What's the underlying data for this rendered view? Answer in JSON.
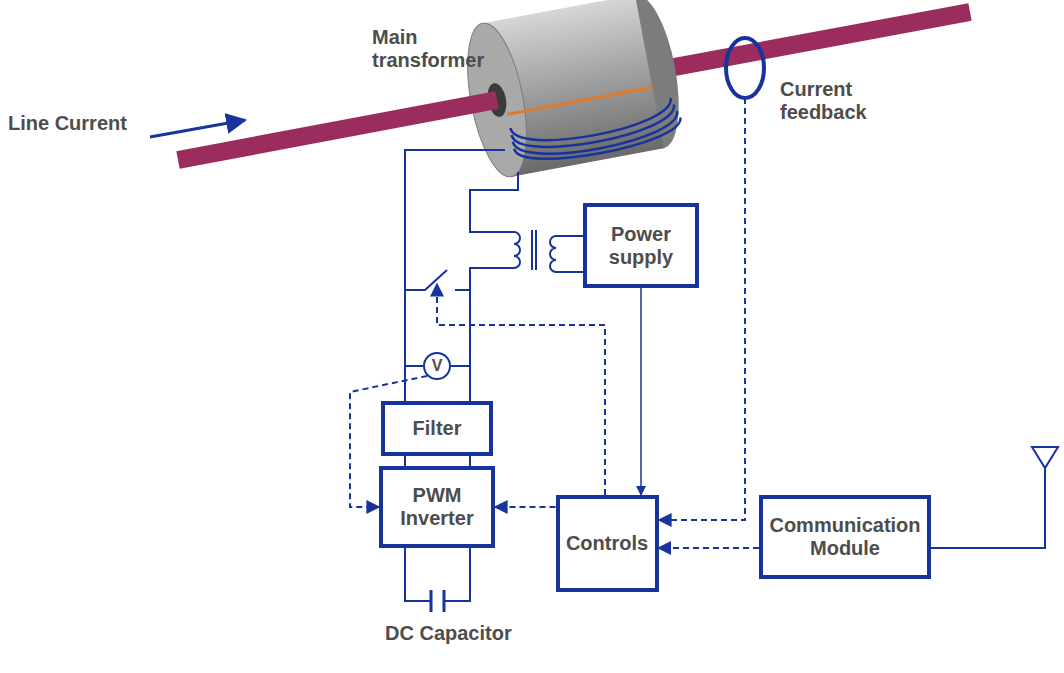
{
  "diagram": {
    "nodes": [
      {
        "text": [
          "Power supply"
        ]
      },
      {
        "text": [
          "V"
        ]
      },
      {
        "text": [
          "Filter"
        ]
      },
      {
        "text": [
          "PWM Inverter"
        ]
      },
      {
        "text": [
          "Controls"
        ]
      },
      {
        "text": [
          "Communication Module"
        ]
      }
    ],
    "edges": [
      {
        "from": 2,
        "to": 3,
        "arrow": "none"
      },
      {
        "from": 1,
        "to": 3,
        "arrow": "to"
      },
      {
        "from": 4,
        "to": 3,
        "arrow": "to"
      },
      {
        "from": 0,
        "to": 4,
        "arrow": "to"
      },
      {
        "from": 5,
        "to": 4,
        "arrow": "to"
      }
    ],
    "labels": [
      "Main transformer",
      "Line Current",
      "Current feedback",
      "DC Capacitor"
    ]
  }
}
